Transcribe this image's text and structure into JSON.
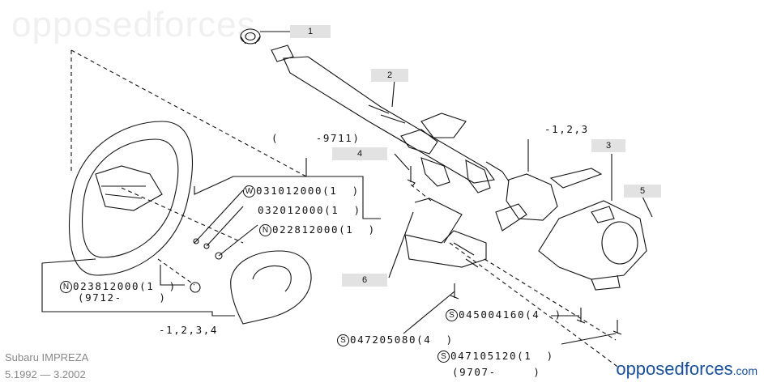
{
  "watermark": "opposedforces",
  "callouts": [
    "1",
    "2",
    "3",
    "5",
    "4",
    "6"
  ],
  "ref_notes": {
    "col_range": "(     -9711)",
    "steer_sw_group": "-1,2,3",
    "pad_group": "-1,2,3,4"
  },
  "parts": [
    {
      "prefix": "W",
      "number": "031012000(1  )"
    },
    {
      "prefix": "",
      "number": "032012000(1  )"
    },
    {
      "prefix": "N",
      "number": "022812000(1  )"
    },
    {
      "prefix": "N",
      "number": "023812000(1  )"
    },
    {
      "prefix": "",
      "number": "(9712-     )"
    },
    {
      "prefix": "S",
      "number": "045004160(4  )"
    },
    {
      "prefix": "S",
      "number": "047205080(4  )"
    },
    {
      "prefix": "S",
      "number": "047105120(1  )"
    },
    {
      "prefix": "",
      "number": "(9707-     )"
    }
  ],
  "vehicle": {
    "model": "Subaru IMPREZA",
    "years": "5.1992 — 3.2002"
  },
  "brand": {
    "name": "opposedforces",
    "tld": ".com"
  },
  "colors": {
    "callout_bg": "#e2e2e2",
    "line": "#111111",
    "brand": "#1a4f9a"
  }
}
